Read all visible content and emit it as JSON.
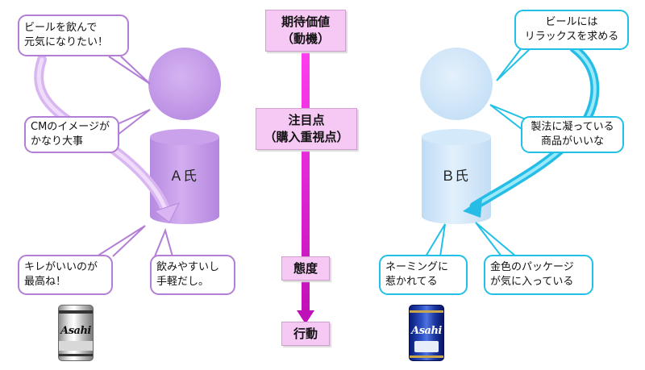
{
  "stages": {
    "expectation": [
      "期待価値",
      "（動機）"
    ],
    "attention": [
      "注目点",
      "（購入重視点）"
    ],
    "attitude": "態度",
    "action": "行動"
  },
  "person_a": {
    "label": "Ａ氏",
    "color": "#c79ae8",
    "bubbles": {
      "motive": [
        "ビールを飲んで",
        "元気になりたい！"
      ],
      "attention": [
        "CMのイメージが",
        "かなり大事"
      ],
      "attitude_1": [
        "キレがいいのが",
        "最高ね！"
      ],
      "attitude_2": [
        "飲みやすいし",
        "手軽だし。"
      ]
    },
    "can_label": "Asahi"
  },
  "person_b": {
    "label": "Ｂ氏",
    "color": "#cde6f9",
    "bubbles": {
      "motive": [
        "ビールには",
        "リラックスを求める"
      ],
      "attention": [
        "製法に凝っている",
        "商品がいいな"
      ],
      "attitude_1": [
        "ネーミングに",
        "惹かれてる"
      ],
      "attitude_2": [
        "金色のパッケージ",
        "が気に入っている"
      ]
    },
    "can_label": "Asahi"
  },
  "colors": {
    "purple_accent": "#b27ed6",
    "cyan_accent": "#22c0e6",
    "center_line": "#e01ad6",
    "stage_fill": "#f6c8f4"
  }
}
